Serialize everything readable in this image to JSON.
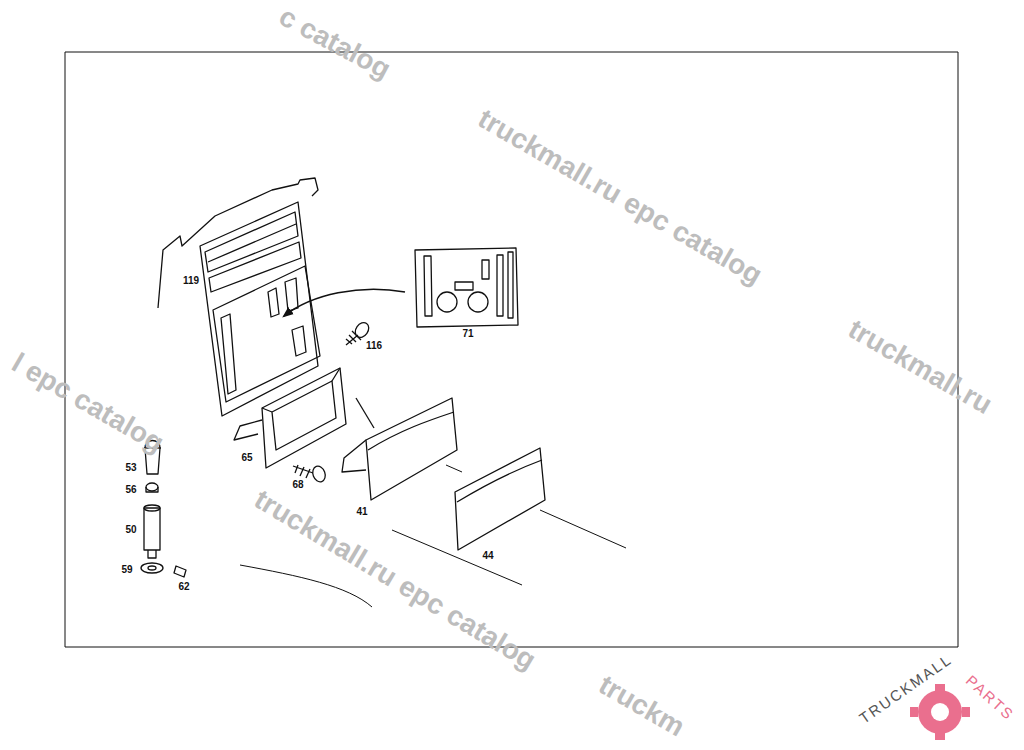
{
  "diagram": {
    "labels": [
      "119",
      "71",
      "116",
      "65",
      "68",
      "41",
      "44",
      "53",
      "56",
      "50",
      "59",
      "62",
      "c catalog",
      "truckmall.ru epc catalog",
      "l epc catalog",
      "truckmall.ru",
      "truckmall.ru epc catalog",
      "truckm",
      "TRUCKMALL",
      "PARTS"
    ]
  }
}
